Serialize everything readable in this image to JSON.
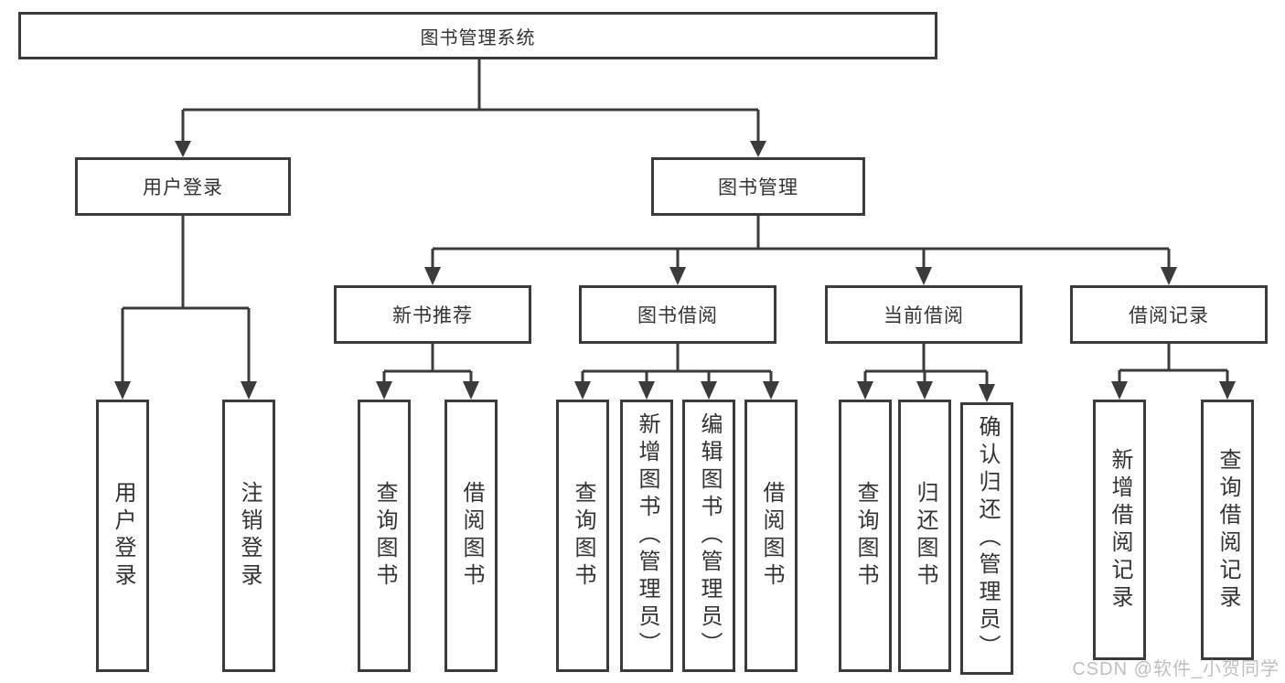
{
  "colors": {
    "line": "#3b3b3b",
    "text": "#333333",
    "background": "#ffffff",
    "watermark": "#b0b0b0"
  },
  "watermark": "CSDN @软件_小贺同学",
  "nodes": {
    "root": "图书管理系统",
    "level2": {
      "user_login": "用户登录",
      "book_management": "图书管理"
    },
    "user_login_children": [
      "用户登录",
      "注销登录"
    ],
    "book_management_children": {
      "new_book_recommend": "新书推荐",
      "book_borrow": "图书借阅",
      "current_borrow": "当前借阅",
      "borrow_record": "借阅记录"
    },
    "new_book_recommend_children": [
      "查询图书",
      "借阅图书"
    ],
    "book_borrow_children": [
      "查询图书",
      "新增图书（管理员）",
      "编辑图书（管理员）",
      "借阅图书"
    ],
    "current_borrow_children": [
      "查询图书",
      "归还图书",
      "确认归还（管理员）"
    ],
    "borrow_record_children": [
      "新增借阅记录",
      "查询借阅记录"
    ]
  }
}
